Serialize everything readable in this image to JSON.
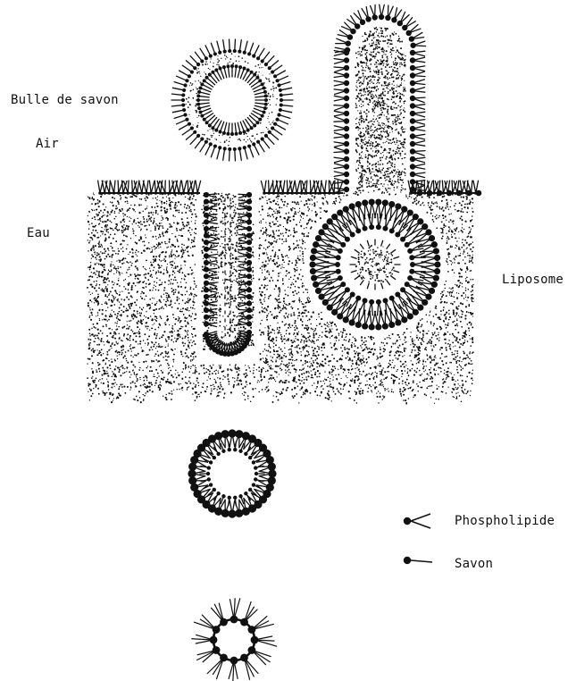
{
  "labels": {
    "soap_bubble": "Bulle de savon",
    "air": "Air",
    "water": "Eau",
    "liposome": "Liposome"
  },
  "legend": {
    "phospholipid": "Phospholipide",
    "soap": "Savon"
  },
  "colors": {
    "ink": "#111111",
    "background": "#ffffff"
  }
}
